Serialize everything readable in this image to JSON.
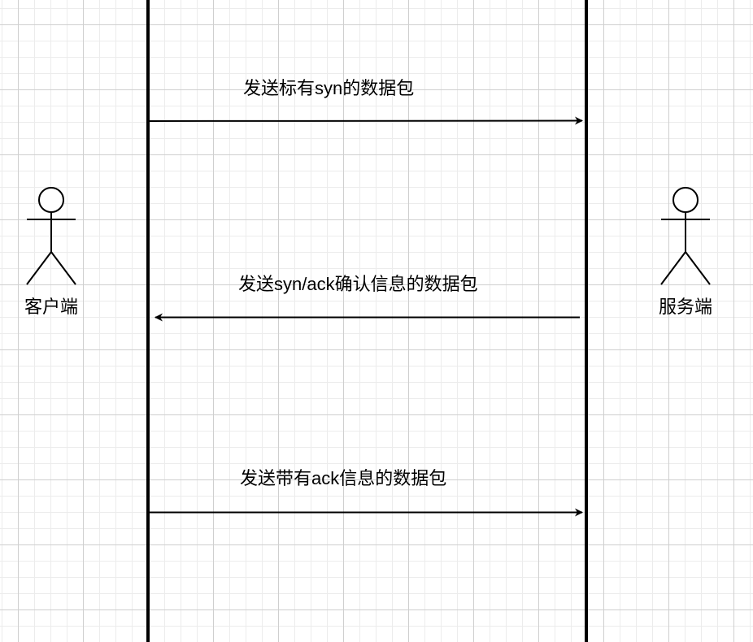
{
  "actors": {
    "client": {
      "label": "客户端",
      "icon": "stick-figure-icon"
    },
    "server": {
      "label": "服务端",
      "icon": "stick-figure-icon"
    }
  },
  "messages": [
    {
      "label": "发送标有syn的数据包",
      "from": "client",
      "to": "server"
    },
    {
      "label": "发送syn/ack确认信息的数据包",
      "from": "server",
      "to": "client"
    },
    {
      "label": "发送带有ack信息的数据包",
      "from": "client",
      "to": "server"
    }
  ],
  "colors": {
    "line": "#000000",
    "grid_major": "#cfcfcf",
    "grid_minor": "#ececec",
    "background": "#ffffff"
  }
}
